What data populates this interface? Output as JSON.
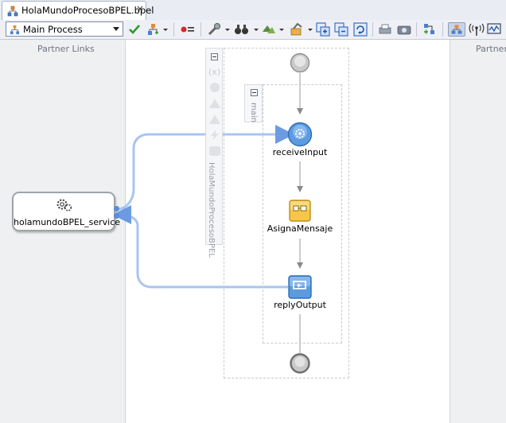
{
  "tab": {
    "title": "HolaMundoProcesoBPEL.bpel",
    "close_glyph": "×",
    "icon": "bpel-process-icon"
  },
  "toolbar": {
    "process_selector": {
      "value": "Main Process",
      "icon": "process-tree-icon"
    },
    "buttons": [
      "validate-check-icon",
      "partner-link-icon",
      "breakpoint-icon",
      "wrench-icon",
      "binoculars-icon",
      "layout-icon",
      "tools-icon",
      "expand-icon",
      "collapse-icon",
      "refresh-icon",
      "print-icon",
      "camera-icon",
      "link-icon",
      "structure-view-icon",
      "wireless-icon",
      "monitor-icon"
    ]
  },
  "panels": {
    "left_title": "Partner Links",
    "right_title": "Partner"
  },
  "service": {
    "name": "holamundoBPEL_service",
    "icon": "service-gear-icon"
  },
  "process": {
    "name": "HolaMundoProcesoBPEL",
    "scope": "main"
  },
  "activities": [
    {
      "name": "receiveInput",
      "icon": "receive-gear-icon",
      "color": "#5b9be0"
    },
    {
      "name": "AsignaMensaje",
      "icon": "assign-icon",
      "color": "#f5c64a"
    },
    {
      "name": "replyOutput",
      "icon": "reply-icon",
      "color": "#5b9be0"
    }
  ],
  "colors": {
    "link": "#a9c4f0",
    "arrow": "#8a8a8a",
    "start_end": "#c9c9c9"
  }
}
